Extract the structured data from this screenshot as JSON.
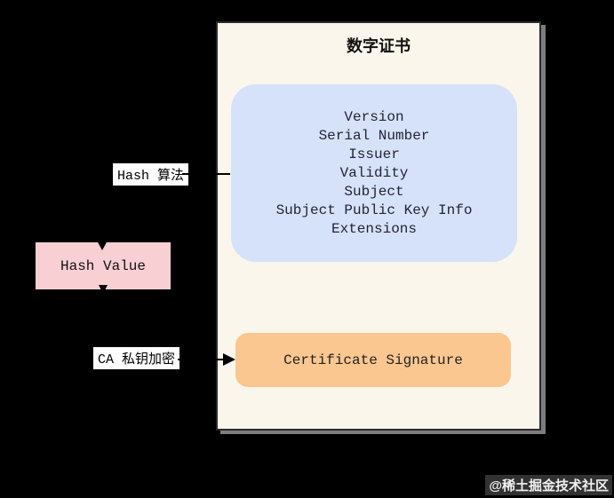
{
  "diagram": {
    "panel_title": "数字证书",
    "certificate_fields": [
      "Version",
      "Serial Number",
      "Issuer",
      "Validity",
      "Subject",
      "Subject Public Key Info",
      "Extensions"
    ],
    "signature_label": "Certificate Signature",
    "hash_algorithm_label": "Hash 算法",
    "hash_value_label": "Hash Value",
    "ca_encrypt_label": "CA 私钥加密",
    "watermark": "@稀土掘金技术社区",
    "colors": {
      "background": "#000000",
      "panel": "#faf6eb",
      "fields_box": "#d6e2f9",
      "signature_box": "#f9c78f",
      "hash_value_box": "#f8cfd3",
      "label_background": "#ffffff",
      "line": "#000000"
    }
  }
}
